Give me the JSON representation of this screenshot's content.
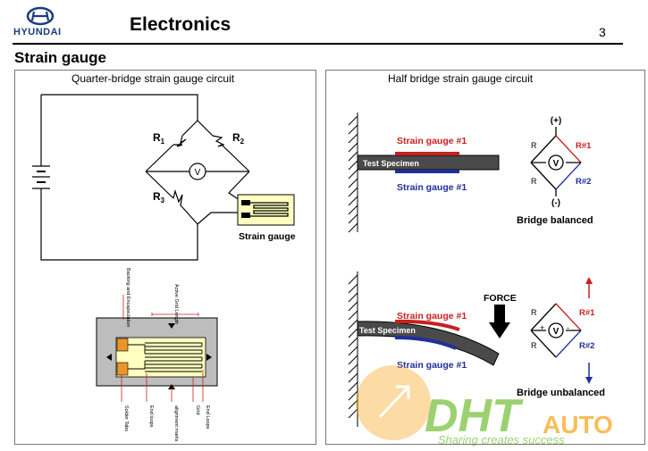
{
  "header": {
    "brand": "HYUNDAI",
    "title": "Electronics",
    "page_number": "3"
  },
  "section_title": "Strain gauge",
  "left_panel": {
    "caption": "Quarter-bridge strain gauge circuit",
    "circuit": {
      "r1_main": "R",
      "r1_sub": "1",
      "r2_main": "R",
      "r2_sub": "2",
      "r3_main": "R",
      "r3_sub": "3",
      "voltmeter": "V",
      "gauge_label": "Strain gauge"
    },
    "gauge_detail": {
      "labels": {
        "backing": "Backing and Encapsulation",
        "active_grid": "Active Grid Length",
        "solder_tabs": "Solder Tabs",
        "end_loops": "End loops",
        "alignment": "alignment marks",
        "grid": "Grid",
        "end_loops2": "End Loops"
      }
    }
  },
  "right_panel": {
    "caption": "Half bridge strain gauge circuit",
    "balanced": {
      "gauge_top": "Strain gauge #1",
      "gauge_bottom": "Strain gauge #1",
      "specimen": "Test Specimen",
      "plus": "(+)",
      "minus": "(-)",
      "r_left_top": "R",
      "r_left_bottom": "R",
      "r_right_top": "R#1",
      "r_right_bottom": "R#2",
      "voltmeter": "V",
      "status": "Bridge balanced"
    },
    "unbalanced": {
      "force": "FORCE",
      "gauge_top": "Strain gauge #1",
      "gauge_bottom": "Strain gauge #1",
      "specimen": "Test Specimen",
      "r_left_top": "R",
      "r_left_bottom": "R",
      "r_right_top": "R#1",
      "r_right_bottom": "R#2",
      "voltmeter": "V",
      "plus_sign": "+",
      "minus_sign": "-",
      "status": "Bridge unbalanced"
    }
  },
  "watermark": {
    "brand_a": "DHT",
    "brand_b": "AUTO",
    "slogan": "Sharing creates success"
  },
  "colors": {
    "accent_red": "#c8201e",
    "accent_blue": "#1f2f9a",
    "gauge_yellow": "#ffffc0",
    "tab_orange": "#e8962a",
    "watermark_green": "#7cc242",
    "watermark_orange": "#f7a823"
  }
}
